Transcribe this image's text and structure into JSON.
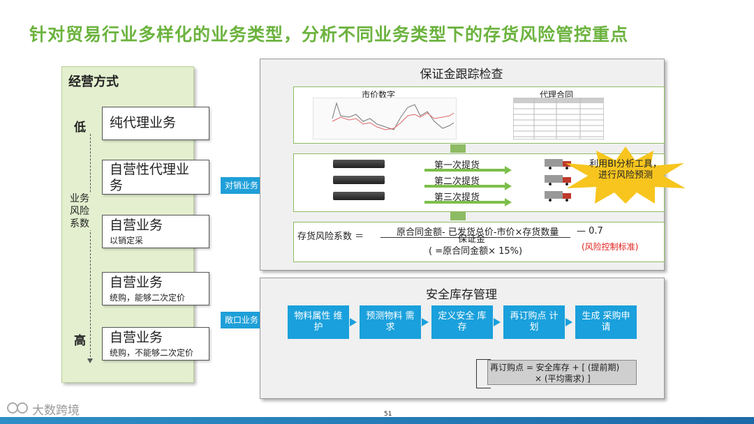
{
  "title": "针对贸易行业多样化的业务类型，分析不同业务类型下的存货风险管控重点",
  "left": {
    "heading": "经营方式",
    "low": "低",
    "high": "高",
    "axis_label": "业务风险系数",
    "items": [
      {
        "label": "纯代理业务",
        "sub": ""
      },
      {
        "label": "自营性代理业务",
        "sub": ""
      },
      {
        "label": "自营业务",
        "sub": "以销定采"
      },
      {
        "label": "自营业务",
        "sub": "统购，能够二次定价"
      },
      {
        "label": "自营业务",
        "sub": "统购，不能够二次定价"
      }
    ]
  },
  "connectors": {
    "top": "对销业务",
    "bottom": "敞口业务"
  },
  "panel1": {
    "title": "保证金跟踪检查",
    "chart_label": "市价数字",
    "contract_label": "代理合同",
    "pickups": [
      "第一次提货",
      "第二次提货",
      "第三次提货"
    ],
    "burst_text": "利用BI分析工具，进行风险预测",
    "formula_left": "存货风险系数 ＝",
    "formula_numerator": "原合同金额- 已发货总价-市价×存货数量",
    "formula_denominator": "保证金",
    "formula_note": "( =原合同金额× 15%)",
    "formula_value": "— 0.7",
    "formula_standard": "(风险控制标准)"
  },
  "panel2": {
    "title": "安全库存管理",
    "steps": [
      "物料属性 维护",
      "预测物料 需求",
      "定义安全 库存",
      "再订购点 计划",
      "生成 采购申请"
    ],
    "reorder_formula_1": "再订购点 = 安全库存 + [ (提前期)",
    "reorder_formula_2": "× (平均需求) ]"
  },
  "page_number": "51",
  "watermark": "大数跨境",
  "colors": {
    "title_green": "#6cb33f",
    "step_blue": "#1aa0dc",
    "risk_red": "#e0201b",
    "burst_yellow": "#f7c51e"
  }
}
